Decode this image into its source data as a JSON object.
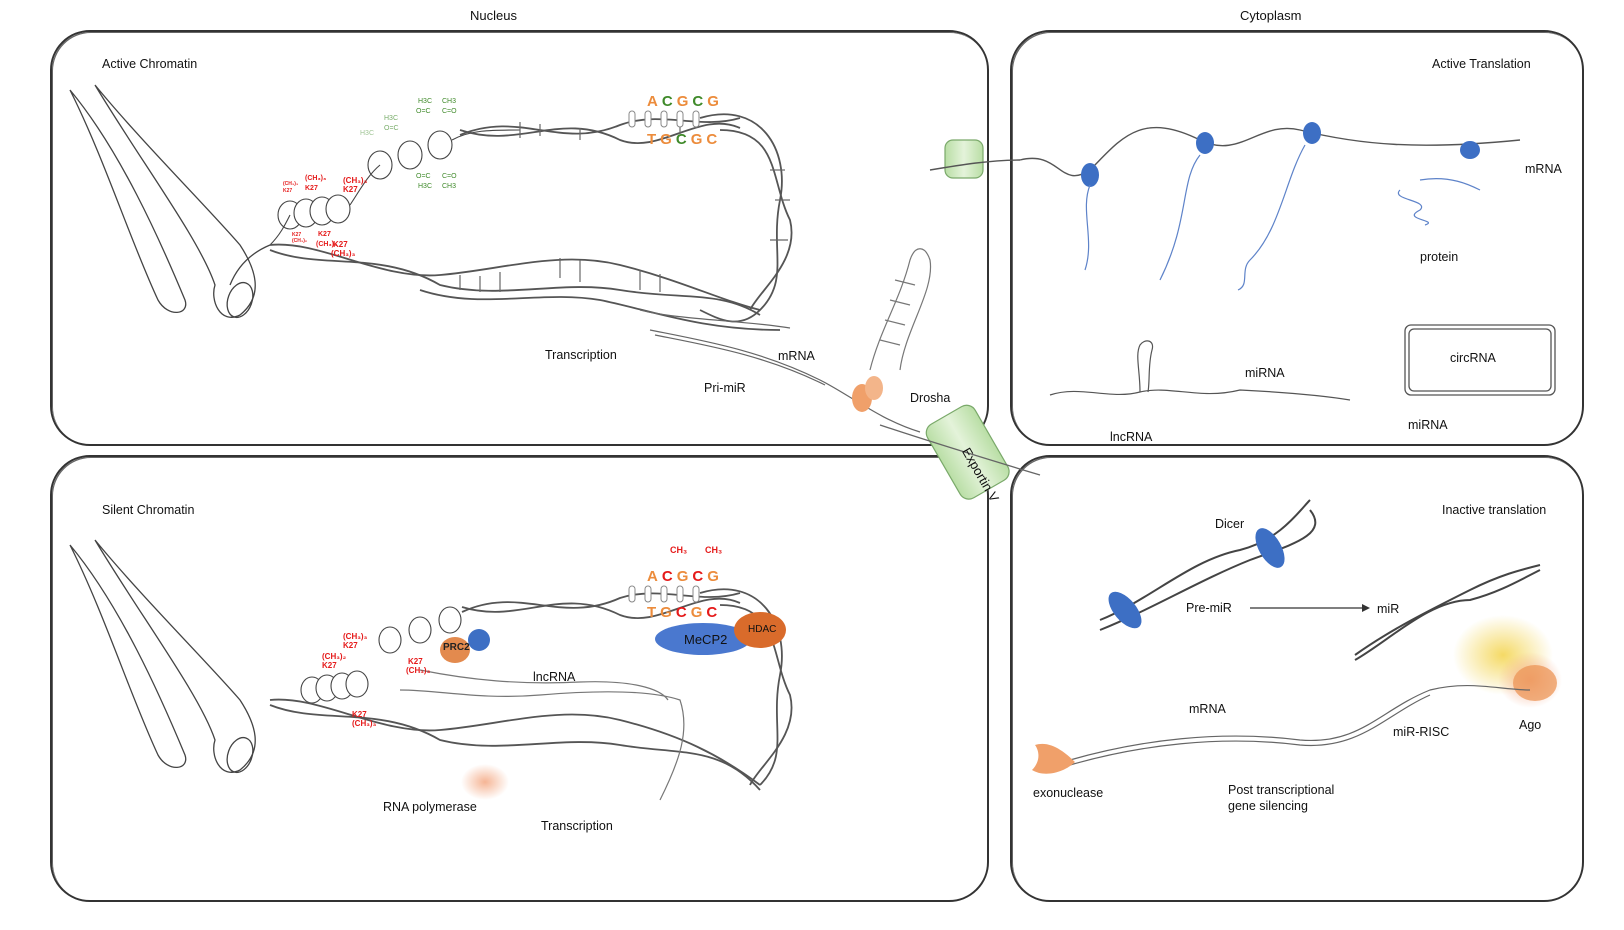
{
  "headers": {
    "nucleus": "Nucleus",
    "cytoplasm": "Cytoplasm"
  },
  "panels": {
    "active_chromatin": {
      "title": "Active Chromatin",
      "transcription": "Transcription",
      "mrna": "mRNA",
      "pri_mir": "Pri-miR",
      "drosha": "Drosha",
      "bases_top": [
        "A",
        "C",
        "G",
        "C",
        "G"
      ],
      "bases_bottom": [
        "T",
        "G",
        "C",
        "G",
        "C"
      ],
      "k27_labels": [
        "(CH₃)₃",
        "K27",
        "K27",
        "(CH₃)₃"
      ]
    },
    "silent_chromatin": {
      "title": "Silent Chromatin",
      "lncrna": "lncRNA",
      "rna_polymerase": "RNA polymerase",
      "transcription": "Transcription",
      "mecp2": "MeCP2",
      "hdac": "HDAC",
      "prc2": "PRC2",
      "bases_top": [
        "A",
        "C",
        "G",
        "C",
        "G"
      ],
      "bases_bottom": [
        "T",
        "G",
        "C",
        "G",
        "C"
      ],
      "ch3": "CH₃",
      "k27_labels": [
        "(CH₃)₃",
        "K27",
        "(CH₃)₂",
        "K27",
        "K27",
        "(CH₃)₃",
        "K27",
        "(CH₃)₃"
      ]
    },
    "active_translation": {
      "title": "Active Translation",
      "mrna": "mRNA",
      "protein": "protein",
      "lncrna": "lncRNA",
      "mirna": "miRNA",
      "circrna": "circRNA",
      "mirna2": "miRNA"
    },
    "inactive_translation": {
      "title": "Inactive translation",
      "dicer": "Dicer",
      "pre_mir": "Pre-miR",
      "mir": "miR",
      "mrna": "mRNA",
      "mir_risc": "miR-RISC",
      "ago": "Ago",
      "exonuclease": "exonuclease",
      "ptgs_line1": "Post transcriptional",
      "ptgs_line2": "gene silencing"
    }
  },
  "exportin": "Exportin V",
  "colors": {
    "orange": "#f0a06a",
    "blue": "#3d6fc4",
    "green_pore": "#cde8bd",
    "red": "#e51a1a",
    "dna": "#555555"
  }
}
